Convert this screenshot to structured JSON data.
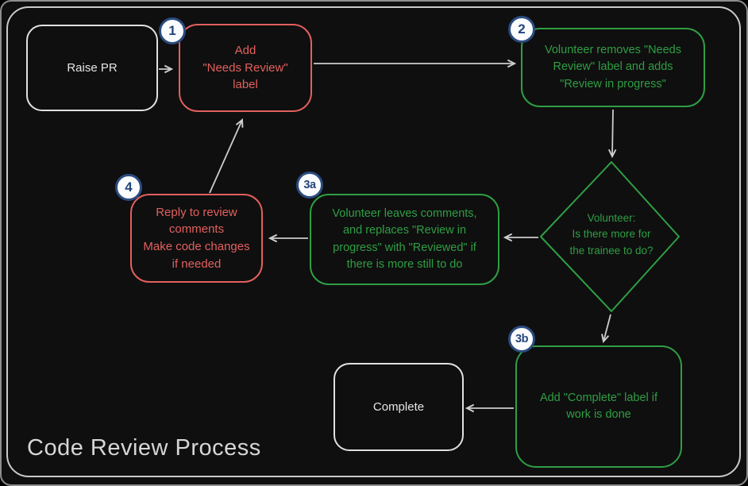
{
  "title": "Code Review Process",
  "colors": {
    "bg": "#0f0f0f",
    "frame": "#c9c9c9",
    "arrow": "#cdcdcd",
    "red": "#e2605e",
    "green": "#2f9e44",
    "neutral_border": "#e0e0e0",
    "neutral_text": "#e6e6e6",
    "badge_border": "#2b4c80",
    "badge_fill": "#fbfcfe",
    "badge_text": "#25457a",
    "title_text": "#d6d6d6"
  },
  "nodes": {
    "raise_pr": {
      "label": "Raise PR"
    },
    "step1": {
      "badge": "1",
      "label": "Add\n\"Needs Review\"\nlabel"
    },
    "step2": {
      "badge": "2",
      "label": "Volunteer removes \"Needs\nReview\" label and adds\n\"Review in progress\""
    },
    "decision": {
      "label": "Volunteer:\nIs there more for\nthe trainee to do?"
    },
    "step3a": {
      "badge": "3a",
      "label": "Volunteer leaves comments,\nand replaces \"Review in\nprogress\" with \"Reviewed\" if\nthere is more still to do"
    },
    "step4": {
      "badge": "4",
      "label": "Reply to review\ncomments\nMake code changes\nif needed"
    },
    "step3b": {
      "badge": "3b",
      "label": "Add \"Complete\" label if\nwork is done"
    },
    "complete": {
      "label": "Complete"
    }
  },
  "edges": [
    {
      "from": "raise_pr",
      "to": "step1"
    },
    {
      "from": "step1",
      "to": "step2"
    },
    {
      "from": "step2",
      "to": "decision"
    },
    {
      "from": "decision",
      "to": "step3a"
    },
    {
      "from": "step3a",
      "to": "step4"
    },
    {
      "from": "step4",
      "to": "step1"
    },
    {
      "from": "decision",
      "to": "step3b"
    },
    {
      "from": "step3b",
      "to": "complete"
    }
  ]
}
